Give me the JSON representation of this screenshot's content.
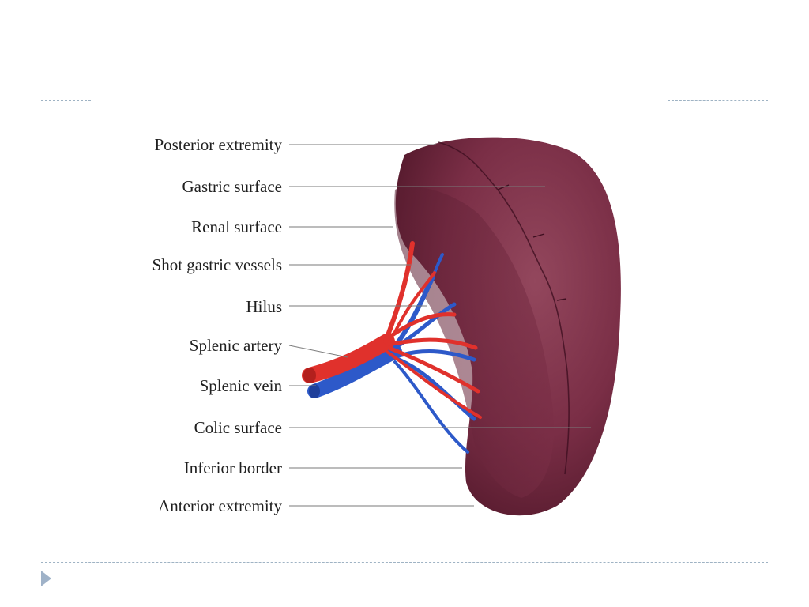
{
  "diagram": {
    "labels": [
      "Posterior extremity",
      "Gastric surface",
      "Renal surface",
      "Shot gastric vessels",
      "Hilus",
      "Splenic artery",
      "Splenic vein",
      "Colic surface",
      "Inferior border",
      "Anterior extremity"
    ]
  },
  "colors": {
    "organ": "#7a2e46",
    "organ_dark": "#4e1628",
    "artery": "#e0312c",
    "vein": "#2d59c9",
    "leader_line": "#7a7a7a",
    "rule": "#9fb3c4",
    "nav_arrow": "#9fb2c8"
  },
  "nav": {
    "icon": "triangle-right-icon"
  }
}
